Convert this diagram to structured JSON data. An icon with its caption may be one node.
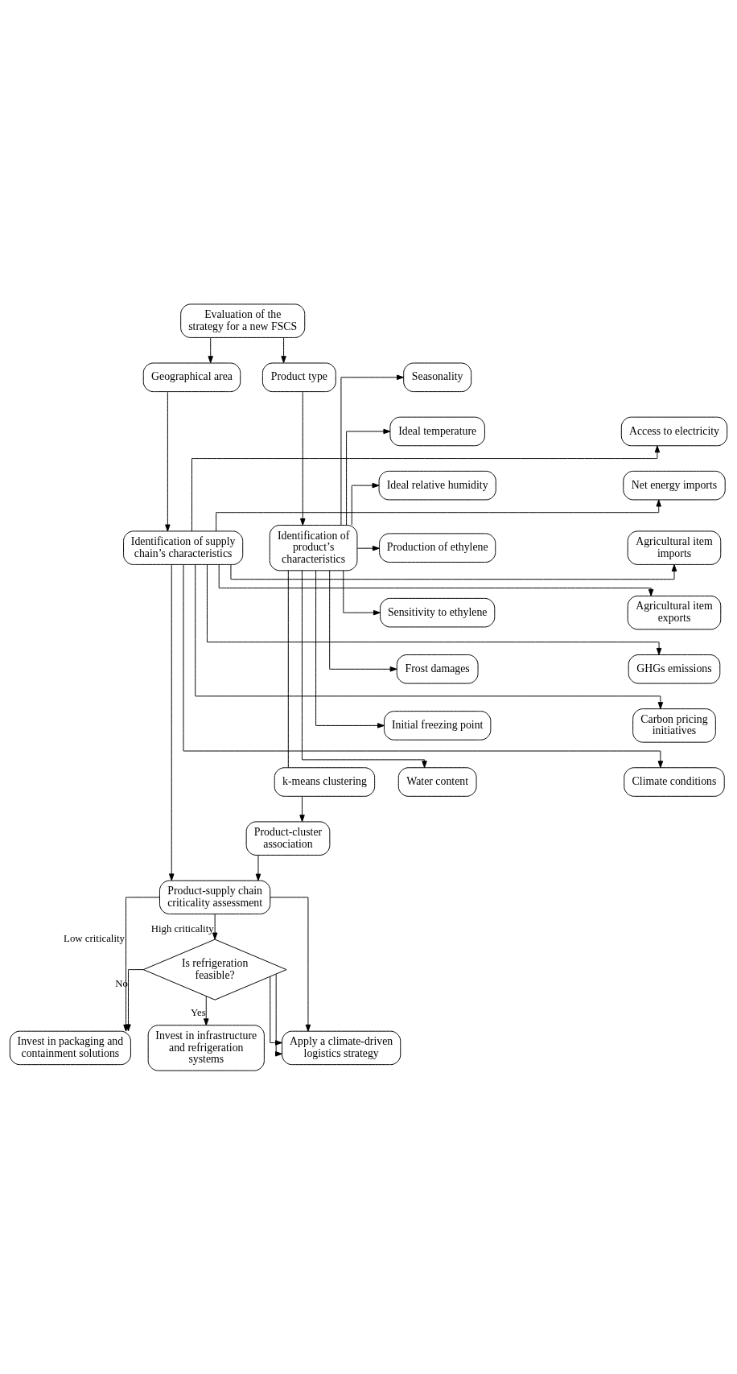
{
  "diagram": {
    "nodes": [
      {
        "text": [
          "Evaluation of the strategy for a new FSCS"
        ]
      },
      {
        "text": [
          "Product type"
        ]
      },
      {
        "text": [
          "Geographical area"
        ]
      },
      {
        "text": [
          "Seasonality"
        ]
      },
      {
        "text": [
          "Ideal temperature"
        ]
      },
      {
        "text": [
          "Ideal relative humidity"
        ]
      },
      {
        "text": [
          "Production of ethylene"
        ]
      },
      {
        "text": [
          "Sensitivity to ethylene"
        ]
      },
      {
        "text": [
          "Frost damages"
        ]
      },
      {
        "text": [
          "Initial freezing point"
        ]
      },
      {
        "text": [
          "Water content"
        ]
      },
      {
        "text": [
          "Identification of product’s characteristics"
        ]
      },
      {
        "text": [
          "Identification of supply chain’s characteristics"
        ]
      },
      {
        "text": [
          "Access to electricity"
        ]
      },
      {
        "text": [
          "Net energy imports"
        ]
      },
      {
        "text": [
          "Agricultural item imports"
        ]
      },
      {
        "text": [
          "Agricultural item exports"
        ]
      },
      {
        "text": [
          "GHGs emissions"
        ]
      },
      {
        "text": [
          "Carbon pricing initiatives"
        ]
      },
      {
        "text": [
          "Climate conditions"
        ]
      },
      {
        "text": [
          "k-means clustering"
        ]
      },
      {
        "text": [
          "Product-cluster association"
        ]
      },
      {
        "text": [
          "Product-supply chain criticality assessment"
        ]
      },
      {
        "text": [
          "Is refrigeration feasible?"
        ]
      },
      {
        "text": [
          "Invest in packaging and containment solutions"
        ]
      },
      {
        "text": [
          "Invest in infrastructure and refrigeration systems"
        ]
      },
      {
        "text": [
          "Apply a climate-driven logistics strategy"
        ]
      }
    ],
    "edges": [
      {
        "from": 0,
        "to": 1,
        "arrow": "to"
      },
      {
        "from": 0,
        "to": 2,
        "arrow": "to"
      },
      {
        "from": 1,
        "to": 11,
        "arrow": "to"
      },
      {
        "from": 2,
        "to": 12,
        "arrow": "to"
      },
      {
        "from": 11,
        "to": 3,
        "arrow": "to"
      },
      {
        "from": 11,
        "to": 4,
        "arrow": "to"
      },
      {
        "from": 11,
        "to": 5,
        "arrow": "to"
      },
      {
        "from": 11,
        "to": 6,
        "arrow": "to"
      },
      {
        "from": 11,
        "to": 7,
        "arrow": "to"
      },
      {
        "from": 11,
        "to": 8,
        "arrow": "to"
      },
      {
        "from": 11,
        "to": 9,
        "arrow": "to"
      },
      {
        "from": 11,
        "to": 10,
        "arrow": "to"
      },
      {
        "from": 12,
        "to": 13,
        "arrow": "to"
      },
      {
        "from": 12,
        "to": 14,
        "arrow": "to"
      },
      {
        "from": 12,
        "to": 15,
        "arrow": "to"
      },
      {
        "from": 12,
        "to": 16,
        "arrow": "to"
      },
      {
        "from": 12,
        "to": 17,
        "arrow": "to"
      },
      {
        "from": 12,
        "to": 18,
        "arrow": "to"
      },
      {
        "from": 12,
        "to": 19,
        "arrow": "to"
      },
      {
        "from": 11,
        "to": 20,
        "arrow": "none"
      },
      {
        "from": 20,
        "to": 21,
        "arrow": "to"
      },
      {
        "from": 21,
        "to": 22,
        "arrow": "to"
      },
      {
        "from": 12,
        "to": 22,
        "arrow": "to"
      },
      {
        "from": 22,
        "to": 23,
        "label": "High criticality",
        "arrow": "to"
      },
      {
        "from": 22,
        "to": 24,
        "label": "Low criticality",
        "arrow": "to"
      },
      {
        "from": 22,
        "to": 26,
        "arrow": "to"
      },
      {
        "from": 23,
        "to": 24,
        "label": "No",
        "arrow": "to"
      },
      {
        "from": 23,
        "to": 26,
        "arrow": "to"
      },
      {
        "from": 23,
        "to": 25,
        "label": "Yes",
        "arrow": "to"
      },
      {
        "from": 23,
        "to": 26,
        "arrow": "to"
      }
    ]
  }
}
